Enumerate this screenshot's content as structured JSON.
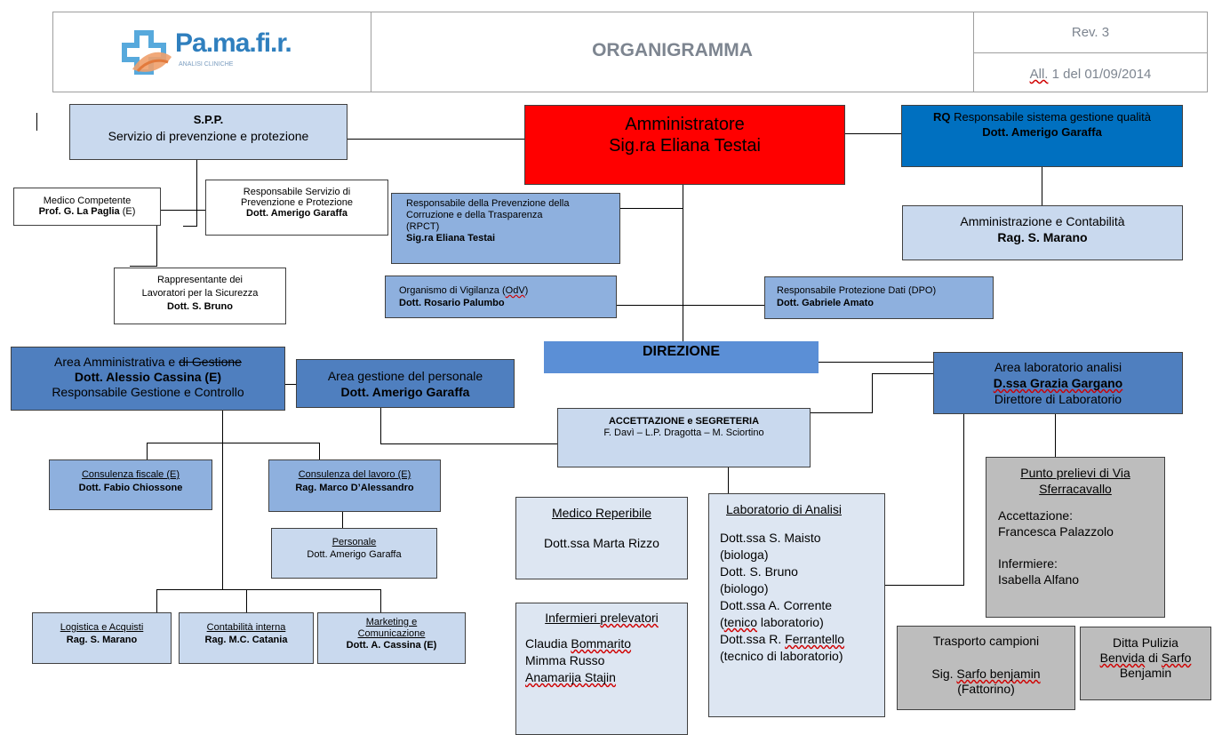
{
  "header": {
    "logo_text": "Pa.ma.fi.r.",
    "logo_sub": "ANALISI CLINICHE",
    "title": "ORGANIGRAMMA",
    "rev": "Rev. 3",
    "all_prefix": "All.",
    "all_rest": " 1 del 01/09/2014"
  },
  "spp": {
    "title": "S.P.P.",
    "subtitle": "Servizio di prevenzione e protezione"
  },
  "admin": {
    "line1": "Amministratore",
    "line2": "Sig.ra Eliana Testai"
  },
  "rq": {
    "prefix": "RQ",
    "rest": " Responsabile sistema gestione qualità",
    "name": "Dott. Amerigo Garaffa"
  },
  "medico_competente": {
    "title": "Medico Competente",
    "name": "Prof. G. La Paglia",
    "suffix": " (E)"
  },
  "rspp": {
    "line1": "Responsabile Servizio di",
    "line2": "Prevenzione e Protezione",
    "name": "Dott. Amerigo Garaffa"
  },
  "rpct": {
    "line1": "Responsabile della Prevenzione della",
    "line2": "Corruzione e della Trasparenza",
    "line3": "(RPCT)",
    "name": "Sig.ra Eliana Testai"
  },
  "amm_contabilita": {
    "title": "Amministrazione e Contabilità",
    "name": "Rag. S. Marano"
  },
  "rls": {
    "line1": "Rappresentante dei",
    "line2": "Lavoratori per la Sicurezza",
    "name": "Dott. S. Bruno"
  },
  "odv": {
    "title_a": "Organismo di Vigilanza (",
    "title_b": "OdV",
    "title_c": ")",
    "name": "Dott. Rosario Palumbo"
  },
  "dpo": {
    "title": "Responsabile Protezione Dati (DPO)",
    "name": "Dott. Gabriele Amato"
  },
  "direzione": {
    "label": "DIREZIONE"
  },
  "area_amm": {
    "line1a": "Area Amministrativa e ",
    "line1b": "di Gestione",
    "name": "Dott. Alessio Cassina (E)",
    "line3": "Responsabile Gestione e Controllo"
  },
  "area_personale": {
    "title": "Area gestione del personale",
    "name": "Dott. Amerigo Garaffa"
  },
  "area_lab": {
    "title": "Area laboratorio analisi",
    "name": "D.ssa Grazia Gargano",
    "role": "Direttore di Laboratorio"
  },
  "accettazione": {
    "title": "ACCETTAZIONE e SEGRETERIA",
    "names": "F. Davì – L.P. Dragotta – M. Sciortino"
  },
  "consulenza_fiscale": {
    "title": "Consulenza fiscale (E)",
    "name": "Dott. Fabio Chiossone"
  },
  "consulenza_lavoro": {
    "title": "Consulenza del lavoro (E)",
    "name": "Rag. Marco D’Alessandro"
  },
  "personale": {
    "title": "Personale",
    "name": "Dott. Amerigo Garaffa"
  },
  "medico_reperibile": {
    "title": "Medico Reperibile",
    "name": "Dott.ssa Marta Rizzo"
  },
  "laboratorio": {
    "title": "Laboratorio di Analisi",
    "l1": "Dott.ssa S. Maisto",
    "l2": "(biologa)",
    "l3": "Dott. S. Bruno",
    "l4": "(biologo)",
    "l5": "Dott.ssa A. Corrente",
    "l6a": "(",
    "l6b": "tenico",
    "l6c": " laboratorio)",
    "l7a": "Dott.ssa R. ",
    "l7b": "Ferrantello",
    "l8": "(tecnico di laboratorio)"
  },
  "punto_prelievi": {
    "title1": "Punto prelievi di Via",
    "title2": "Sferracavallo",
    "acc_label": "Accettazione:",
    "acc_name": "Francesca Palazzolo",
    "inf_label": "Infermiere:",
    "inf_name": "Isabella Alfano"
  },
  "logistica": {
    "title": "Logistica e Acquisti",
    "name": "Rag. S. Marano"
  },
  "contabilita_interna": {
    "title": "Contabilità interna",
    "name": "Rag. M.C. Catania"
  },
  "marketing": {
    "title1": "Marketing e",
    "title2": "Comunicazione",
    "name": "Dott. A. Cassina (E)"
  },
  "infermieri": {
    "title_a": "Infermieri ",
    "title_b": "prelevatori",
    "n1a": "Claudia ",
    "n1b": "Bommarito",
    "n2": "Mimma Russo",
    "n3a": "Anamarija",
    "n3b": " Stajin"
  },
  "trasporto": {
    "title": "Trasporto campioni",
    "name_a": "Sig. ",
    "name_b": "Sarfo benjamin",
    "role": "(Fattorino)"
  },
  "pulizia": {
    "title": "Ditta Pulizia",
    "name_a": "Benvida",
    "name_b": " di ",
    "name_c": "Sarfo",
    "name_d": "Benjamin"
  },
  "colors": {
    "red": "#ff0000",
    "rq_blue": "#0070c0",
    "dark": "#4f7fbf",
    "mid": "#8eb0de",
    "light": "#c9d9ee",
    "grey": "#bdbdbd",
    "direzione": "#5b8fd6"
  }
}
